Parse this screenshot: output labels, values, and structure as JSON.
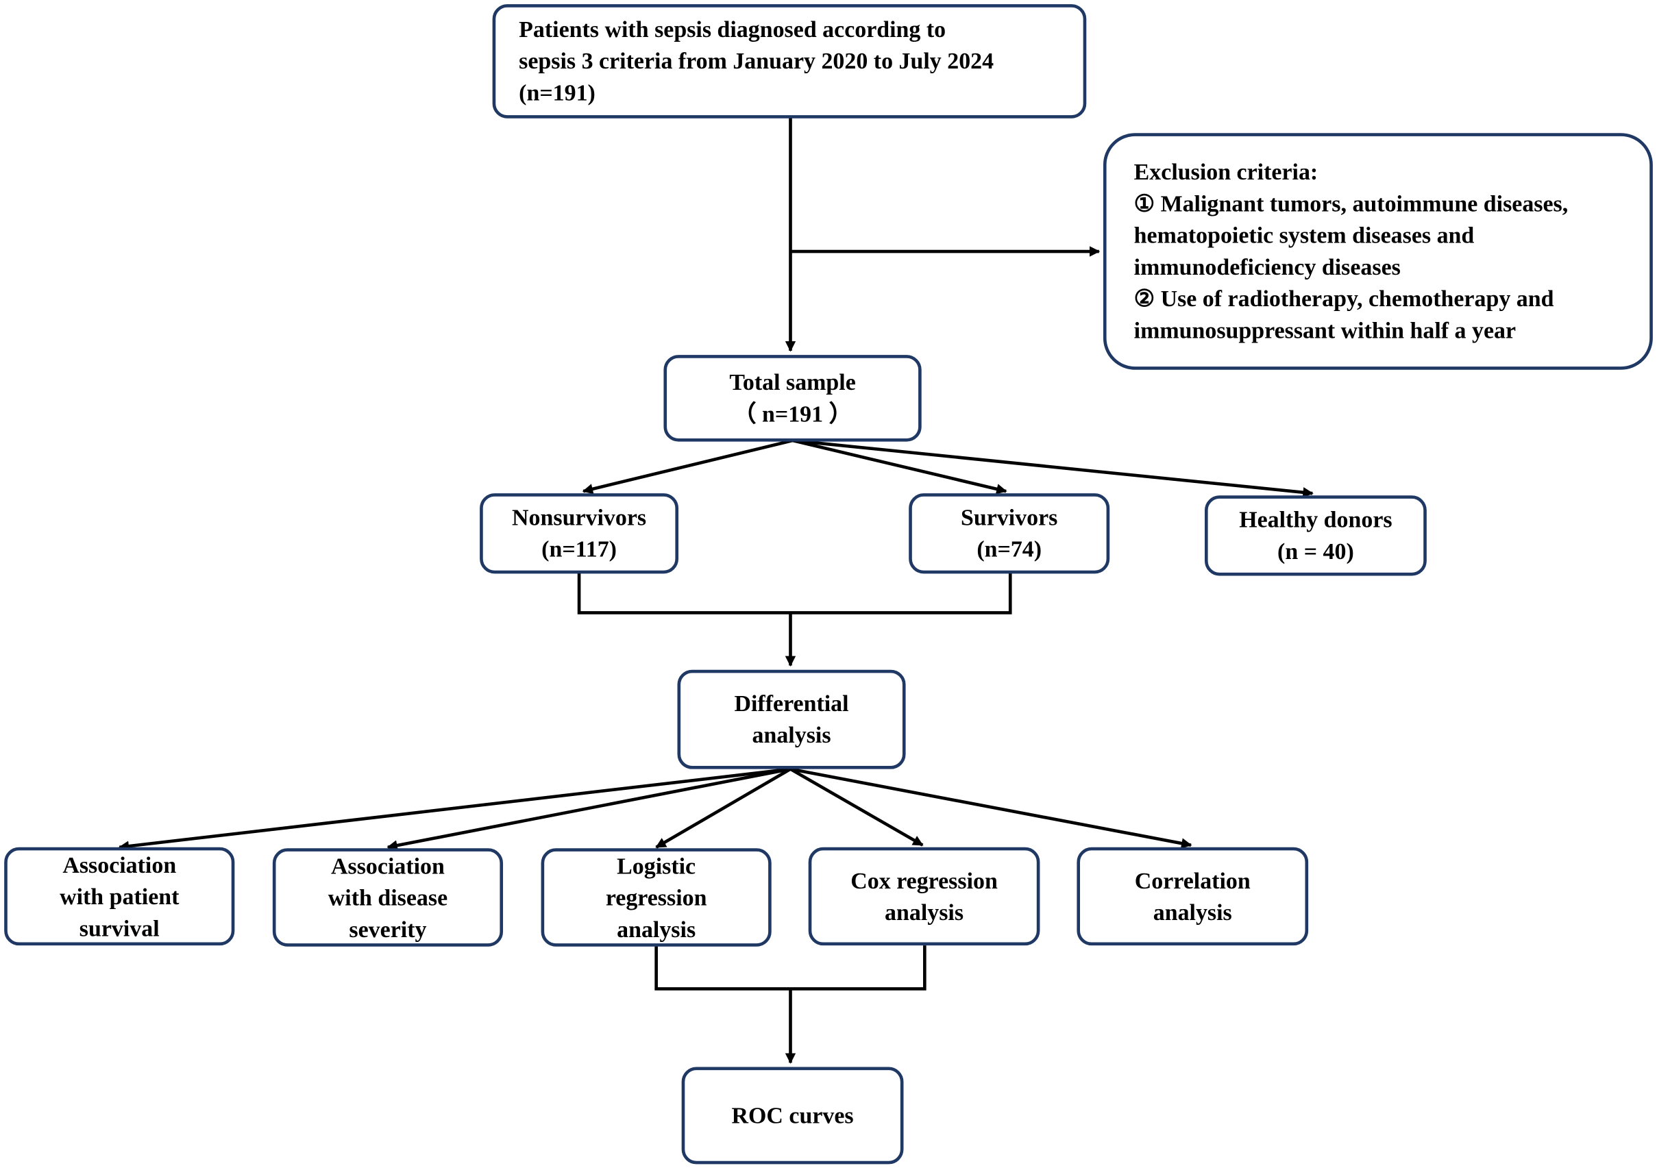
{
  "colors": {
    "box_border": "#1f3864",
    "edge": "#000000",
    "background": "#ffffff"
  },
  "nodes": {
    "patients": {
      "lines": [
        "Patients with sepsis diagnosed according to",
        "sepsis 3 criteria from January 2020 to July 2024",
        "(n=191)"
      ]
    },
    "exclusion": {
      "lines": [
        "Exclusion criteria:",
        "① Malignant tumors, autoimmune diseases,",
        "hematopoietic system diseases and",
        "immunodeficiency diseases",
        "② Use of radiotherapy, chemotherapy and",
        "immunosuppressant within half a year"
      ]
    },
    "total": {
      "lines": [
        "Total sample",
        "（ n=191 ）"
      ]
    },
    "nonsurvivors": {
      "lines": [
        "Nonsurvivors",
        "(n=117)"
      ]
    },
    "survivors": {
      "lines": [
        "Survivors",
        "(n=74)"
      ]
    },
    "healthy": {
      "lines": [
        "Healthy donors",
        "(n = 40)"
      ]
    },
    "differential": {
      "lines": [
        "Differential",
        "analysis"
      ]
    },
    "survival": {
      "lines": [
        "Association",
        "with patient",
        "survival"
      ]
    },
    "severity": {
      "lines": [
        "Association",
        "with disease",
        "severity"
      ]
    },
    "logistic": {
      "lines": [
        "Logistic",
        "regression",
        "analysis"
      ]
    },
    "cox": {
      "lines": [
        "Cox regression",
        "analysis"
      ]
    },
    "correlation": {
      "lines": [
        "Correlation",
        "analysis"
      ]
    },
    "roc": {
      "lines": [
        "ROC curves"
      ]
    }
  }
}
